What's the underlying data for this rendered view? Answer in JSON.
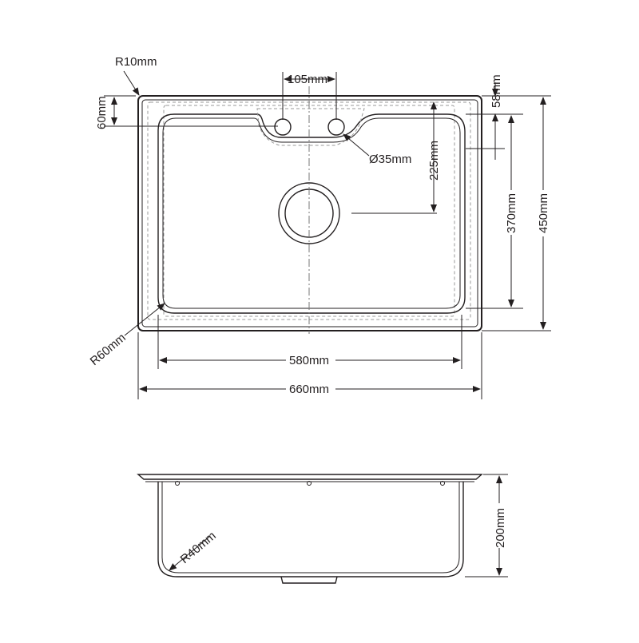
{
  "dimensions": {
    "corner_radius_outer": "R10mm",
    "tap_hole_spacing": "105mm",
    "rim_depth": "58mm",
    "tap_offset": "60mm",
    "tap_hole_diameter": "Ø35mm",
    "waste_to_top": "225mm",
    "bowl_depth_plan": "370mm",
    "overall_depth": "450mm",
    "bowl_corner_radius": "R60mm",
    "bowl_width": "580mm",
    "overall_width": "660mm",
    "bowl_height": "200mm",
    "bowl_base_radius": "R40mm"
  }
}
